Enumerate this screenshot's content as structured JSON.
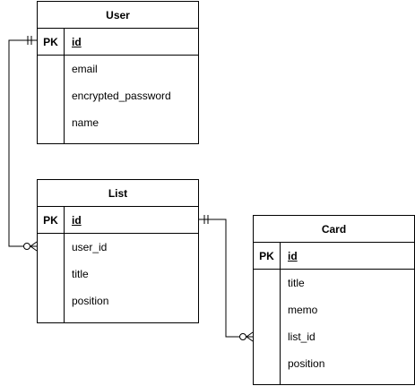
{
  "entities": {
    "user": {
      "title": "User",
      "pk_label": "PK",
      "pk": "id",
      "attributes": [
        "email",
        "encrypted_password",
        "name"
      ]
    },
    "list": {
      "title": "List",
      "pk_label": "PK",
      "pk": "id",
      "attributes": [
        "user_id",
        "title",
        "position"
      ]
    },
    "card": {
      "title": "Card",
      "pk_label": "PK",
      "pk": "id",
      "attributes": [
        "title",
        "memo",
        "list_id",
        "position"
      ]
    }
  },
  "relationships": [
    {
      "from": "user.id",
      "to": "list.user_id",
      "from_end": "one-and-only-one",
      "to_end": "zero-or-many"
    },
    {
      "from": "list.id",
      "to": "card.list_id",
      "from_end": "one-and-only-one",
      "to_end": "zero-or-many"
    }
  ]
}
